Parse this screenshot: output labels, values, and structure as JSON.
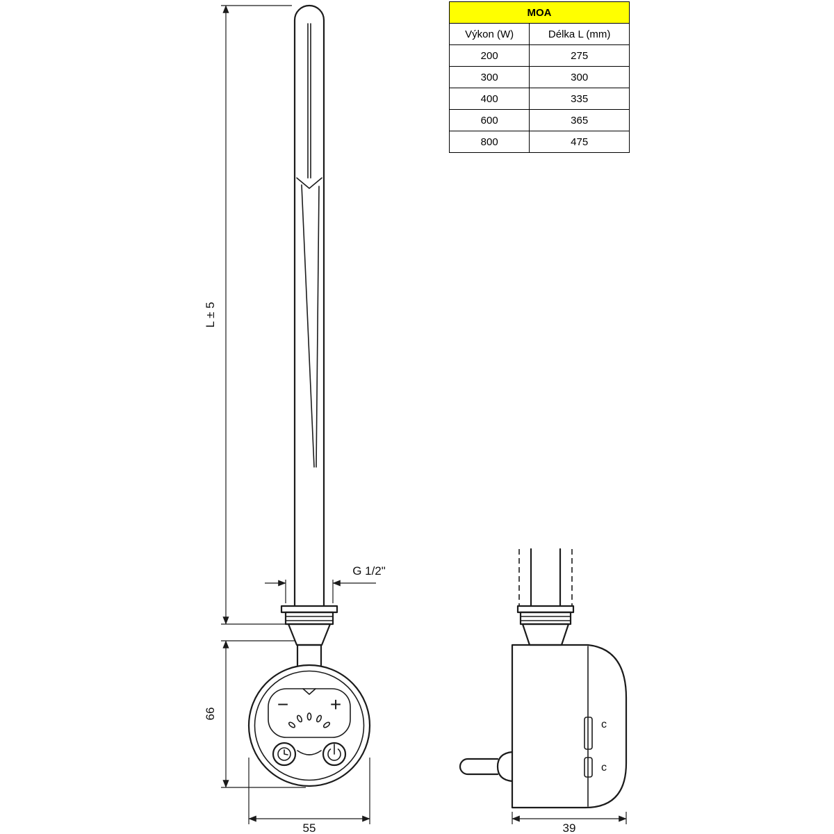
{
  "colors": {
    "line": "#1b1b1b",
    "table_header_bg": "#ffff00",
    "background": "#ffffff"
  },
  "spec_table": {
    "title": "MOA",
    "columns": {
      "power": "Výkon (W)",
      "length": "Délka L (mm)"
    },
    "rows": [
      {
        "power": "200",
        "length": "275"
      },
      {
        "power": "300",
        "length": "300"
      },
      {
        "power": "400",
        "length": "335"
      },
      {
        "power": "600",
        "length": "365"
      },
      {
        "power": "800",
        "length": "475"
      }
    ]
  },
  "front_view": {
    "dim_length": "L ± 5",
    "dim_head_height": "66",
    "dim_head_width": "55",
    "thread_label": "G 1/2\"",
    "controls": {
      "minus": "−",
      "plus": "+"
    }
  },
  "side_view": {
    "dim_depth": "39",
    "clip_label_top": "c",
    "clip_label_bottom": "c"
  }
}
